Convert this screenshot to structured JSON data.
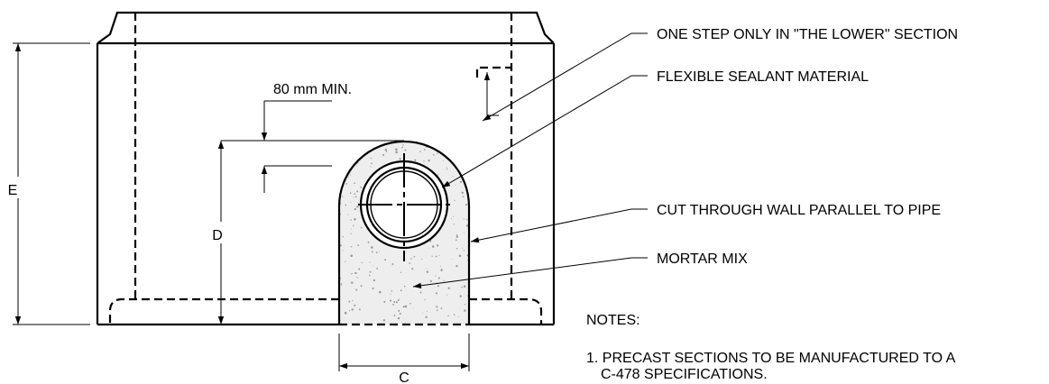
{
  "callouts": {
    "step": "ONE STEP ONLY IN \"THE LOWER\" SECTION",
    "sealant": "FLEXIBLE SEALANT MATERIAL",
    "cut": "CUT THROUGH WALL PARALLEL TO PIPE",
    "mortar": "MORTAR MIX"
  },
  "dimensions": {
    "min_clearance": "80 mm MIN.",
    "e": "E",
    "d": "D",
    "c": "C"
  },
  "notes": {
    "heading": "NOTES:",
    "item1_line1": "1. PRECAST SECTIONS TO BE MANUFACTURED TO A",
    "item1_line2": "C-478 SPECIFICATIONS."
  },
  "colors": {
    "line": "#000000",
    "mortar_fill": "#eeeeee",
    "speckle": "#9a9a9a"
  }
}
